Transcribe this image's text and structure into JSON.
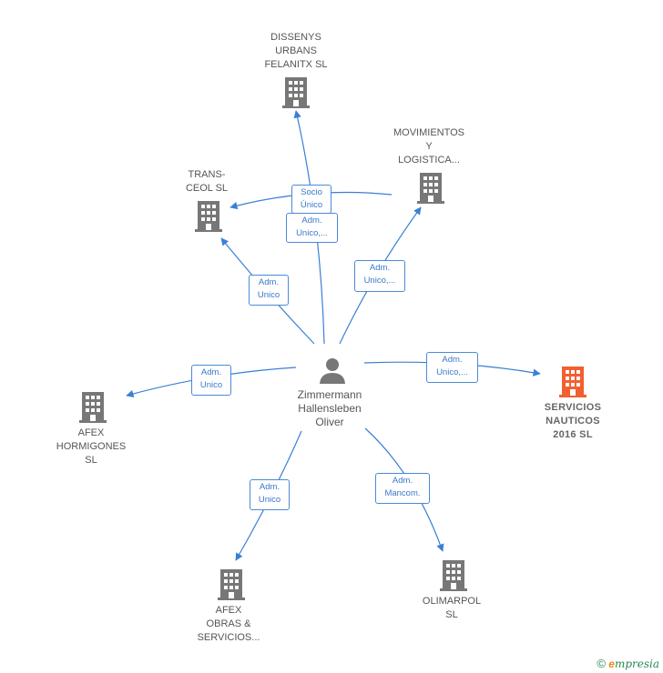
{
  "center": {
    "label": "Zimmermann\nHallensleben\nOliver"
  },
  "companies": {
    "dissenys": {
      "label": "DISSENYS\nURBANS\nFELANITX  SL"
    },
    "transceol": {
      "label": "TRANS-\nCEOL  SL"
    },
    "movimientos": {
      "label": "MOVIMIENTOS\nY\nLOGISTICA..."
    },
    "afex_hormigones": {
      "label": "AFEX\nHORMIGONES\nSL"
    },
    "servicios": {
      "label": "SERVICIOS\nNAUTICOS\n2016  SL"
    },
    "afex_obras": {
      "label": "AFEX\nOBRAS &\nSERVICIOS..."
    },
    "olimarpol": {
      "label": "OLIMARPOL\nSL"
    }
  },
  "edges": {
    "socio": "Socio\nÚnico",
    "adm_dissenys": "Adm.\nUnico,...",
    "adm_transceol": "Adm.\nUnico",
    "adm_movimientos": "Adm.\nUnico,...",
    "adm_afex_hormigones": "Adm.\nUnico",
    "adm_servicios": "Adm.\nUnico,...",
    "adm_afex_obras": "Adm.\nUnico",
    "adm_olimarpol": "Adm.\nMancom."
  },
  "colors": {
    "edge": "#3a7fd5",
    "building": "#777777",
    "highlight": "#f26030"
  },
  "footer": {
    "copyright": "©",
    "brand_initial": "e",
    "brand_rest": "mpresia"
  }
}
